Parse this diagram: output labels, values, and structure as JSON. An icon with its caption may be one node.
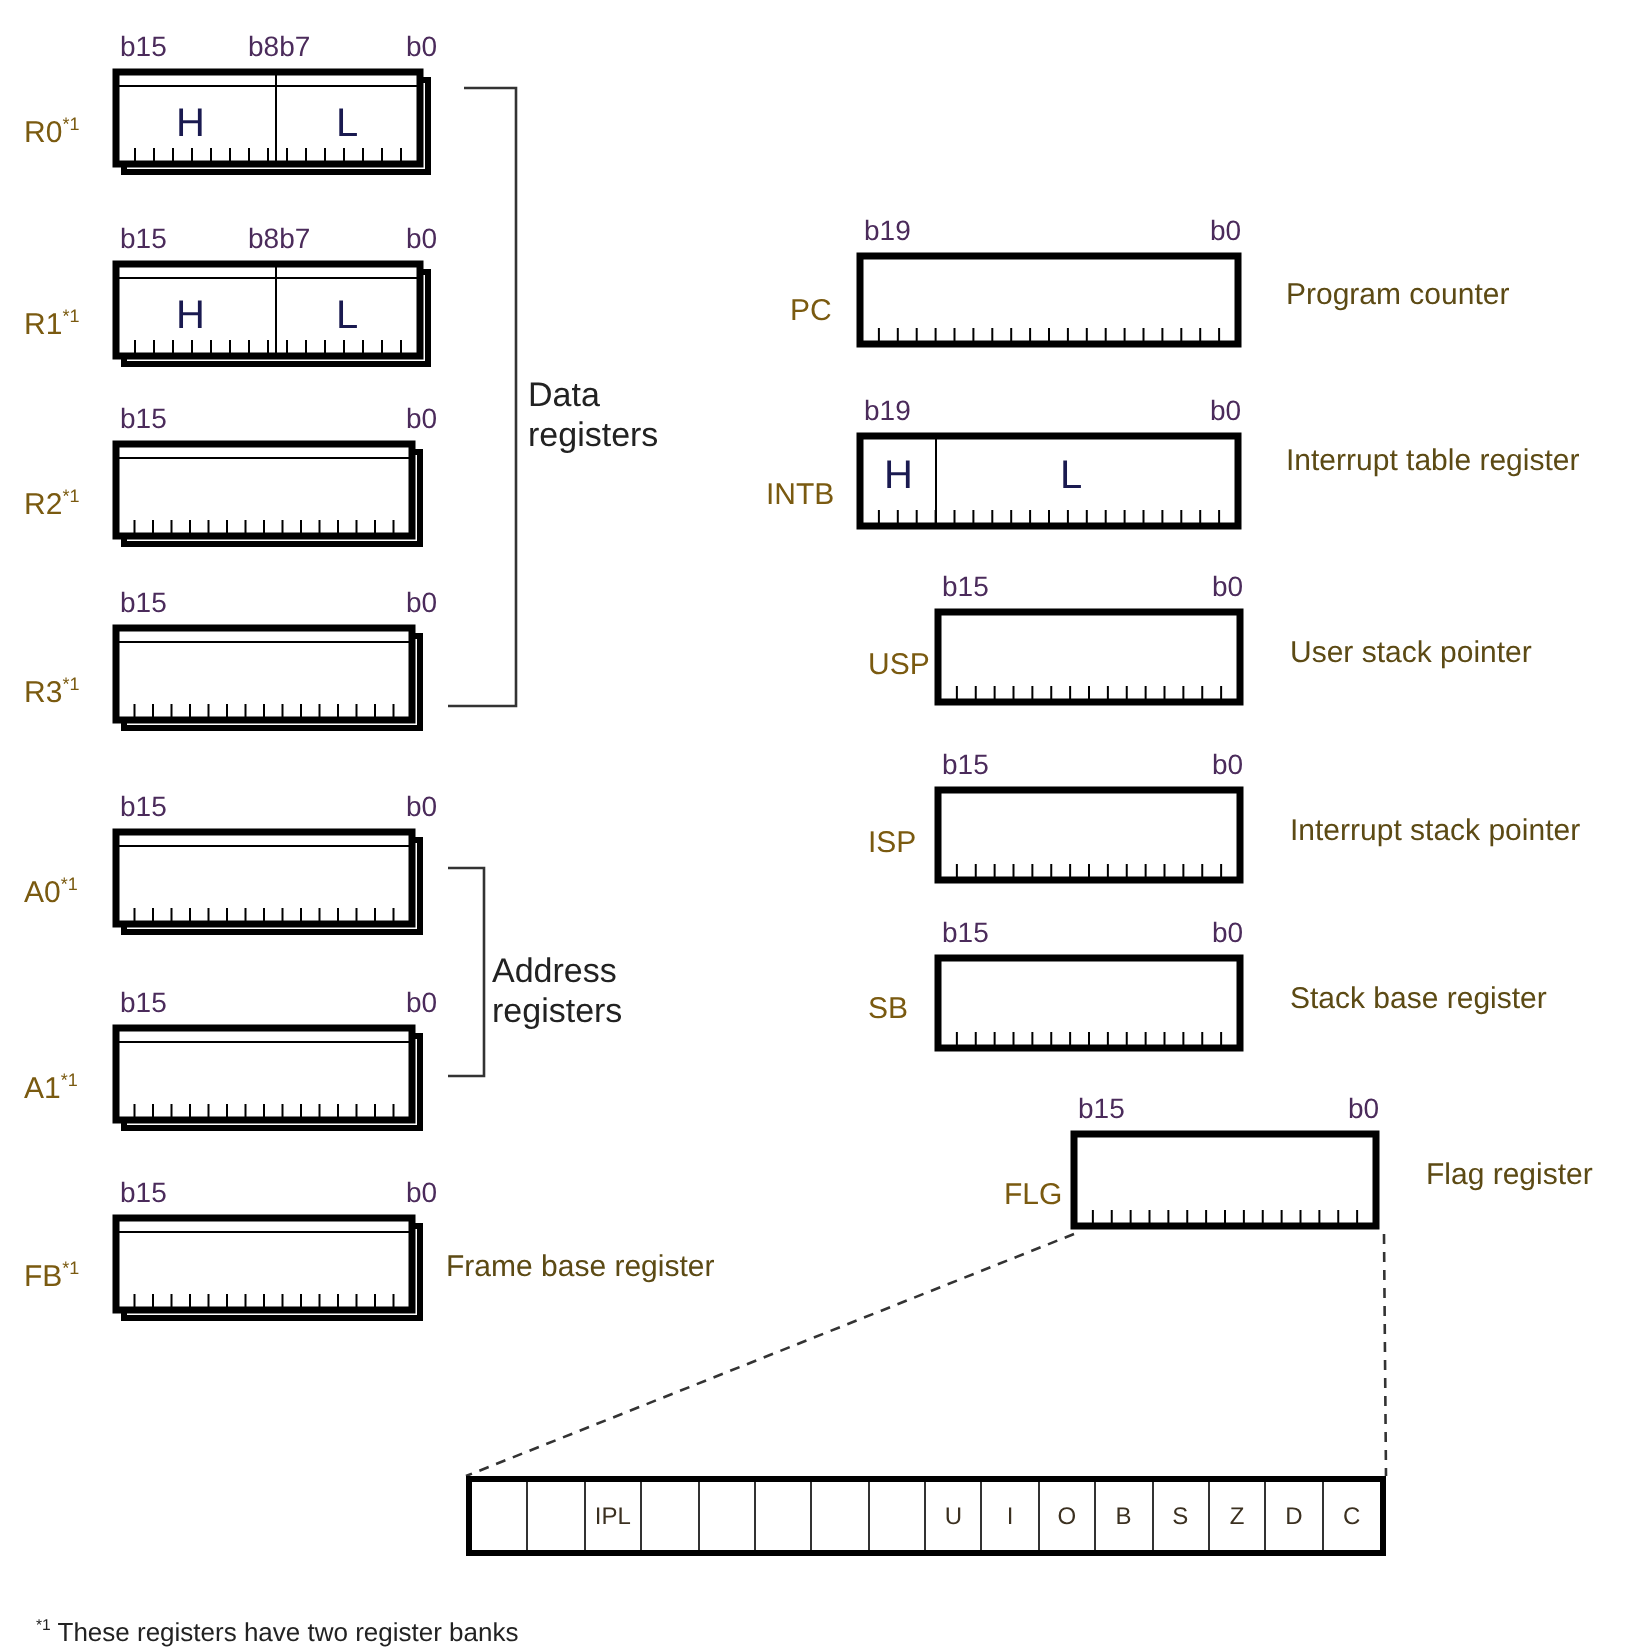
{
  "diagram": {
    "nodes": [
      {
        "text": [
          "R0$^{*1}$",
          "H",
          "L"
        ],
        "beside": [
          "b15",
          "b8b7",
          "b0"
        ]
      },
      {
        "text": [
          "R1$^{*1}$",
          "H",
          "L"
        ],
        "beside": [
          "b15",
          "b8b7",
          "b0"
        ]
      },
      {
        "text": [
          "R2$^{*1}$"
        ],
        "beside": [
          "b15",
          "b0"
        ]
      },
      {
        "text": [
          "R3$^{*1}$"
        ],
        "beside": [
          "b15",
          "b0"
        ]
      },
      {
        "text": [
          "A0$^{*1}$"
        ],
        "beside": [
          "b15",
          "b0"
        ]
      },
      {
        "text": [
          "A1$^{*1}$"
        ],
        "beside": [
          "b15",
          "b0"
        ]
      },
      {
        "text": [
          "FB$^{*1}$"
        ],
        "beside": [
          "b15",
          "b0",
          "Frame base register"
        ]
      },
      {
        "text": [
          "PC"
        ],
        "beside": [
          "b19",
          "b0",
          "Program counter"
        ]
      },
      {
        "text": [
          "INTB",
          "H",
          "L"
        ],
        "beside": [
          "b19",
          "b0",
          "Interrupt table register"
        ]
      },
      {
        "text": [
          "USP"
        ],
        "beside": [
          "b15",
          "b0",
          "User stack pointer"
        ]
      },
      {
        "text": [
          "ISP"
        ],
        "beside": [
          "b15",
          "b0",
          "Interrupt stack pointer"
        ]
      },
      {
        "text": [
          "SB"
        ],
        "beside": [
          "b15",
          "b0",
          "Stack base register"
        ]
      },
      {
        "text": [
          "FLG"
        ],
        "beside": [
          "b15",
          "b0",
          "Flag register"
        ]
      },
      {
        "text": [
          "IPL",
          "U",
          "I",
          "O",
          "B",
          "S",
          "Z",
          "D",
          "C"
        ]
      }
    ],
    "edges": [
      {
        "from": 12,
        "to": 13,
        "arrow": "none",
        "style": "dashed"
      },
      {
        "from": 12,
        "to": 13,
        "arrow": "none",
        "style": "dashed"
      }
    ],
    "labels": [
      "Data registers",
      "Address registers",
      "$^{*1}$ These registers have two register banks"
    ]
  }
}
